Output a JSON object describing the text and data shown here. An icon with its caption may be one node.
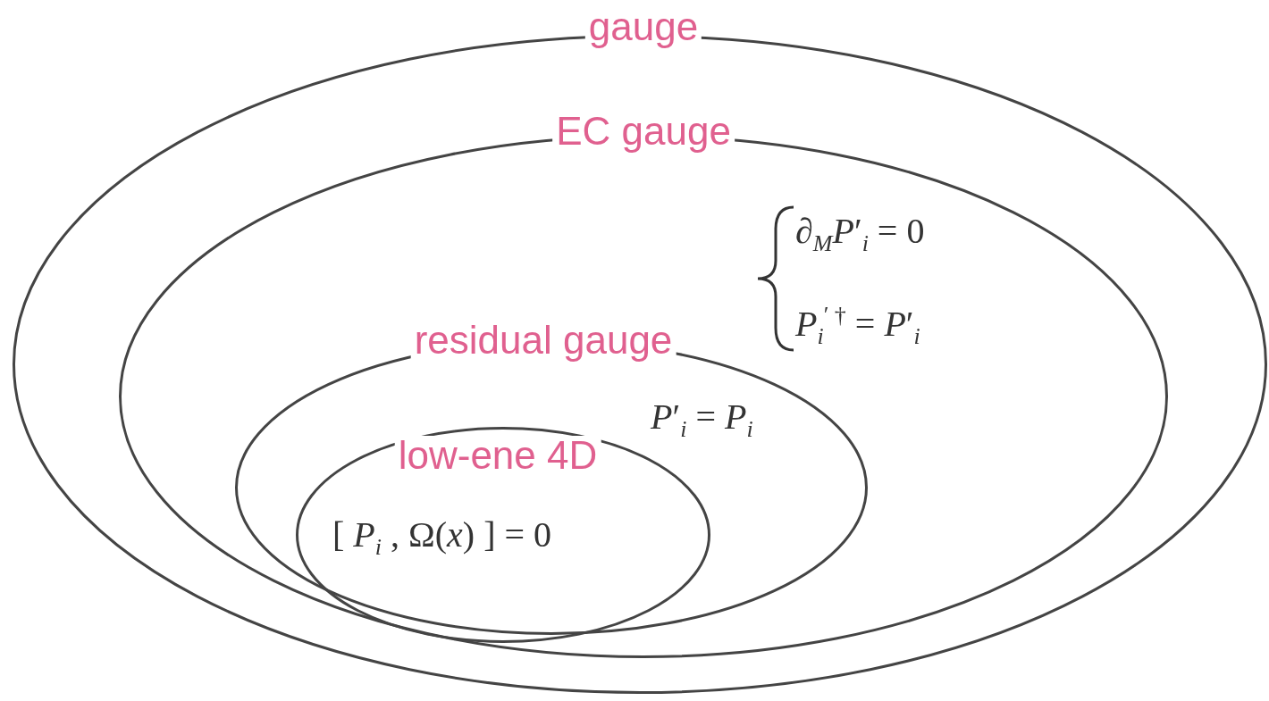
{
  "diagram": {
    "nodes": [
      {
        "text": [
          "gauge"
        ]
      },
      {
        "text": [
          "EC gauge",
          "∂$_{M}$*P*′$_{i}$ = 0",
          "*P*$_{i}$$^{′ †}$ = *P*′$_{i}$"
        ],
        "in": 0
      },
      {
        "text": [
          "residual gauge",
          "*P*′$_{i}$ = *P*$_{i}$"
        ],
        "in": 1
      },
      {
        "text": [
          "low-ene 4D",
          "[ *P*$_{i}$ , Ω(*x*) ] = 0"
        ],
        "in": 2
      }
    ]
  }
}
